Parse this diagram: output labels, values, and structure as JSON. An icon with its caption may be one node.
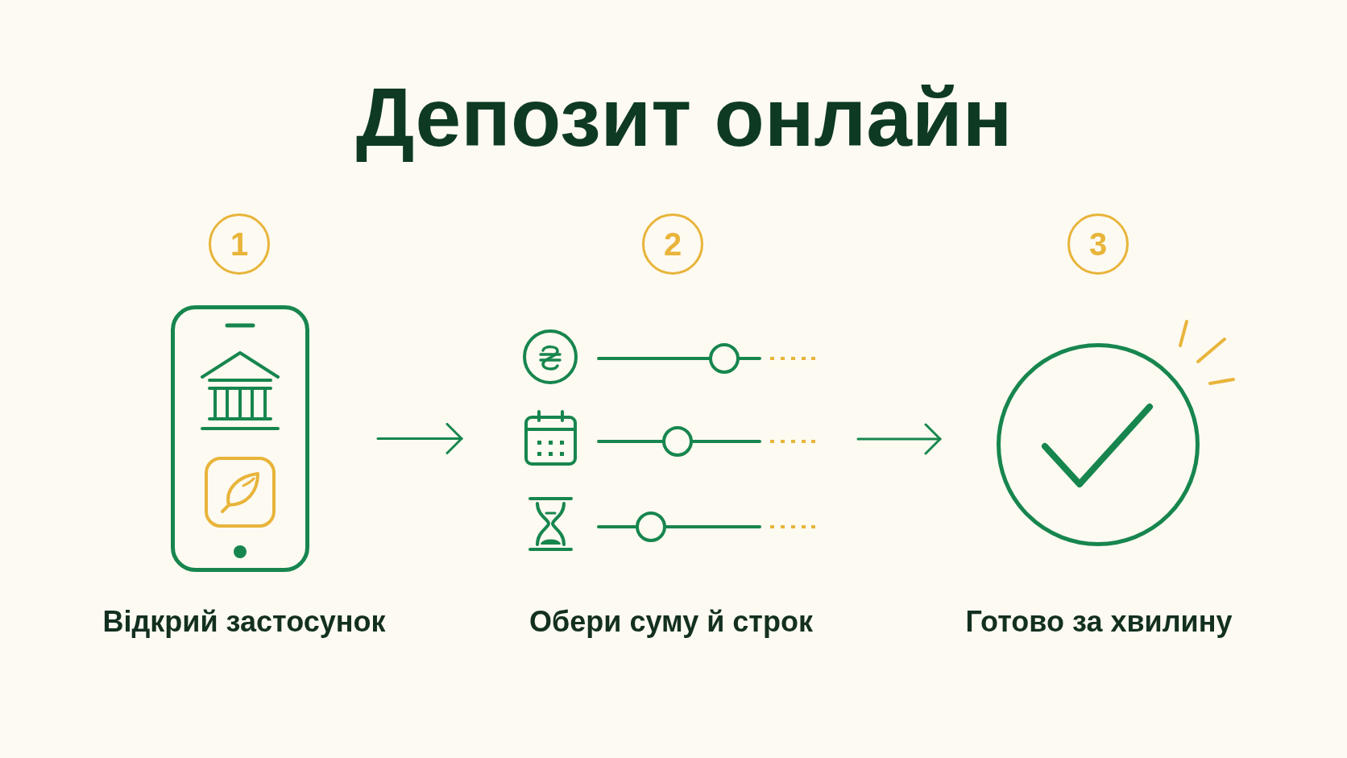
{
  "diagram": {
    "title": "Депозит онлайн",
    "nodes": [
      {
        "text": [
          "1"
        ]
      },
      {
        "text": [],
        "shape": "picture",
        "beside": [
          "Відкрий застосунок"
        ]
      },
      {
        "text": [
          "2"
        ]
      },
      {
        "text": [],
        "shape": "picture",
        "beside": [
          "Обери суму й строк"
        ]
      },
      {
        "text": [
          "3"
        ]
      },
      {
        "text": [],
        "shape": "picture",
        "beside": [
          "Готово за хвилину"
        ]
      }
    ],
    "edges": [
      {
        "from": 1,
        "to": 3,
        "arrow": "to"
      },
      {
        "from": 3,
        "to": 5,
        "arrow": "to"
      }
    ]
  }
}
